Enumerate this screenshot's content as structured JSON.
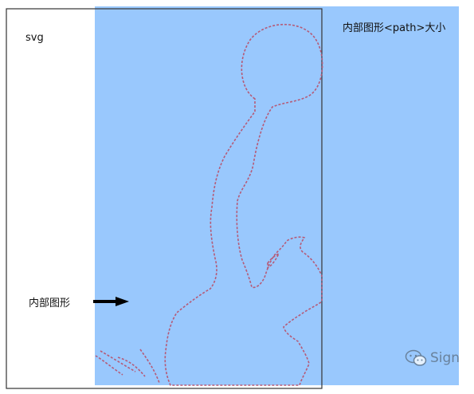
{
  "labels": {
    "svg": "svg",
    "inner_shape": "内部图形",
    "path_size": "内部图形<path>大小"
  },
  "watermark": {
    "icon": "wechat-icon",
    "text": "Sign"
  },
  "colors": {
    "path_bbox_fill": "#99c8fd",
    "frame_stroke": "#333333",
    "path_stroke": "#b55b78",
    "arrow": "#000000"
  }
}
